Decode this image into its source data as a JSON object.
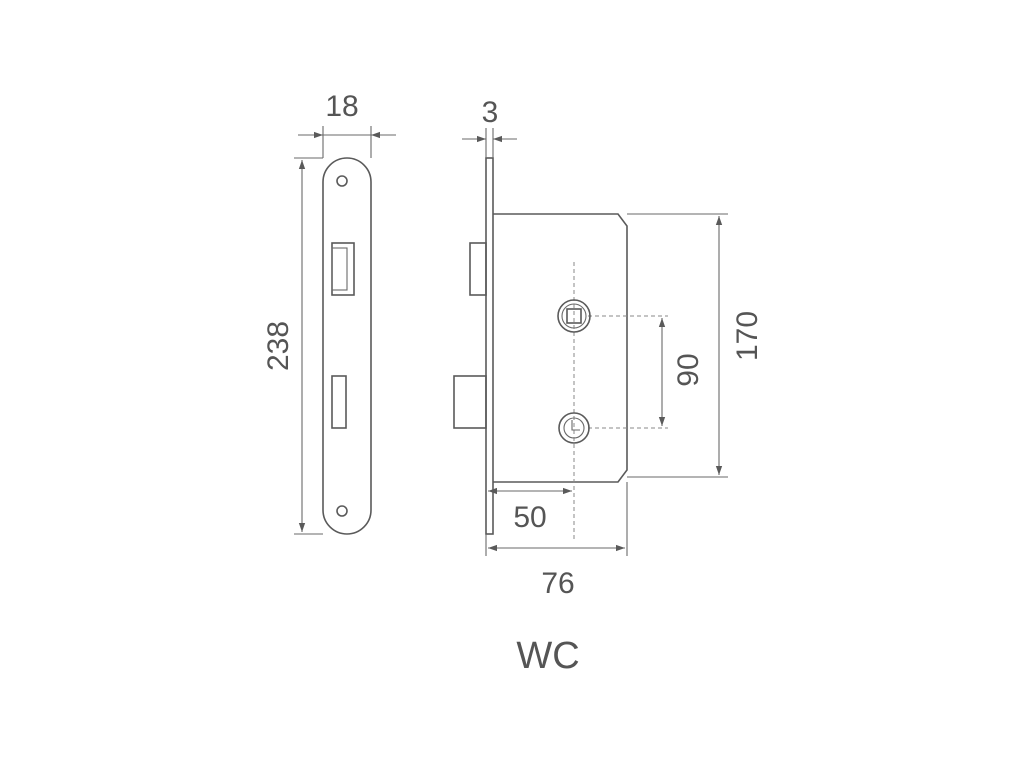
{
  "dimensions": {
    "faceplate_width": "18",
    "faceplate_thickness": "3",
    "faceplate_height": "238",
    "case_height": "170",
    "spindle_distance": "90",
    "backset": "50",
    "case_depth": "76"
  },
  "label": "WC",
  "colors": {
    "line": "#5a5a5a",
    "text": "#555555"
  }
}
